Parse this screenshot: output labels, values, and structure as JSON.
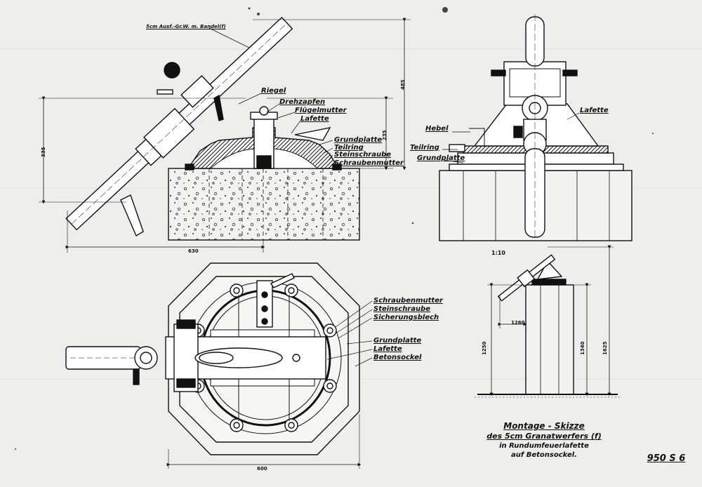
{
  "side_view": {
    "labels": {
      "weapon": "5cm Ausf.-Gr.W. m. Bandel(f)",
      "riegel": "Riegel",
      "drehzapfen": "Drehzapfen",
      "fluegelmutter": "Flügelmutter",
      "lafette": "Lafette",
      "grundplatte": "Grundplatte",
      "teilring": "Teilring",
      "steinschraube": "Steinschraube",
      "schraubenmutter": "Schraubenmutter"
    },
    "dims": {
      "height_left": "335",
      "height_mid": "235",
      "height_total": "485",
      "width": "630"
    }
  },
  "front_view": {
    "labels": {
      "lafette": "Lafette",
      "hebel": "Hebel",
      "teilring": "Teilring",
      "grundplatte": "Grundplatte"
    }
  },
  "top_view": {
    "labels": {
      "schraubenmutter": "Schraubenmutter",
      "steinschraube": "Steinschraube",
      "sicherungsblech": "Sicherungsblech",
      "grundplatte": "Grundplatte",
      "lafette": "Lafette",
      "betonsockel": "Betonsockel"
    },
    "dims": {
      "width": "600"
    }
  },
  "small_view": {
    "scale": "1:10",
    "dims": {
      "offset": "1260",
      "h1": "1250",
      "h2": "1340",
      "h3": "1625"
    }
  },
  "title_block": {
    "line1": "Montage - Skizze",
    "line2": "des 5cm Granatwerfers (f)",
    "line3": "in Rundumfeuerlafette",
    "line4": "auf Betonsockel.",
    "sheet_no": "950 S 6"
  }
}
